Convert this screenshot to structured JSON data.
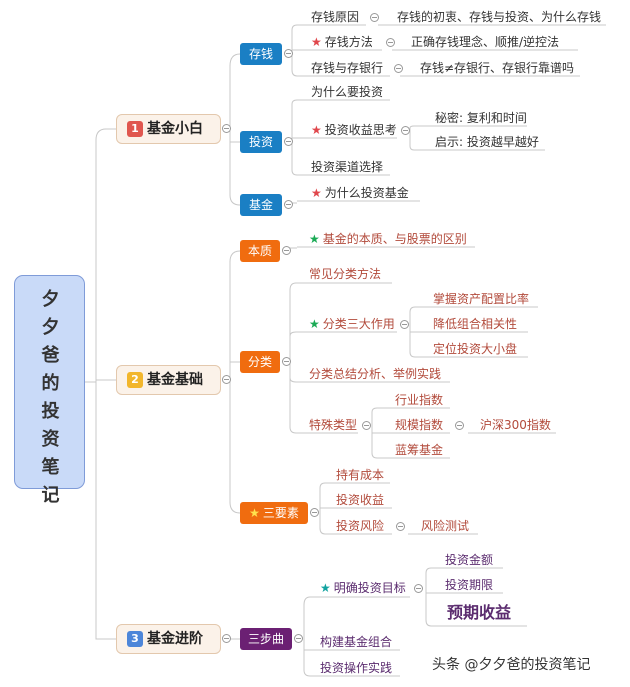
{
  "root": {
    "lines": [
      "夕",
      "夕",
      "爸",
      "的",
      "投",
      "资",
      "笔",
      "记"
    ]
  },
  "sections": [
    {
      "num": "1",
      "label": "基金小白",
      "badge_color": "#e0574f"
    },
    {
      "num": "2",
      "label": "基金基础",
      "badge_color": "#f2b62c"
    },
    {
      "num": "3",
      "label": "基金进阶",
      "badge_color": "#4d86d9"
    }
  ],
  "colors": {
    "blue_tag": "#1a7fc4",
    "orange_tag": "#f06c0f",
    "purple_tag": "#6b2073",
    "line": "#c8c8c8"
  },
  "icons": {
    "star": "star-icon",
    "collapse": "collapse-toggle-icon"
  },
  "s1": {
    "save": {
      "tag": "存钱",
      "items": [
        {
          "label": "存钱原因",
          "detail": "存钱的初衷、存钱与投资、为什么存钱"
        },
        {
          "label": "存钱方法",
          "detail": "正确存钱理念、顺推/逆控法"
        },
        {
          "label": "存钱与存银行",
          "detail": "存钱≠存银行、存银行靠谱吗"
        }
      ]
    },
    "invest": {
      "tag": "投资",
      "why": "为什么要投资",
      "think": "投资收益思考",
      "secret": "秘密: 复利和时间",
      "insight": "启示: 投资越早越好",
      "channels": "投资渠道选择"
    },
    "fund": {
      "tag": "基金",
      "why": "为什么投资基金"
    }
  },
  "s2": {
    "essence": {
      "tag": "本质",
      "item": "基金的本质、与股票的区别"
    },
    "classify": {
      "tag": "分类",
      "common": "常见分类方法",
      "roles": "分类三大作用",
      "role_items": [
        "掌握资产配置比率",
        "降低组合相关性",
        "定位投资大小盘"
      ],
      "summary": "分类总结分析、举例实践",
      "special": "特殊类型",
      "special_items": [
        "行业指数",
        "规模指数",
        "蓝筹基金"
      ],
      "scale_example": "沪深300指数"
    },
    "three": {
      "tag": "三要素",
      "items": [
        "持有成本",
        "投资收益",
        "投资风险"
      ],
      "risk_test": "风险测试"
    }
  },
  "s3": {
    "tag": "三步曲",
    "goal": "明确投资目标",
    "goal_items": [
      "投资金额",
      "投资期限"
    ],
    "goal_big": "预期收益",
    "build": "构建基金组合",
    "practice": "投资操作实践"
  },
  "watermark": "头条 @夕夕爸的投资笔记"
}
